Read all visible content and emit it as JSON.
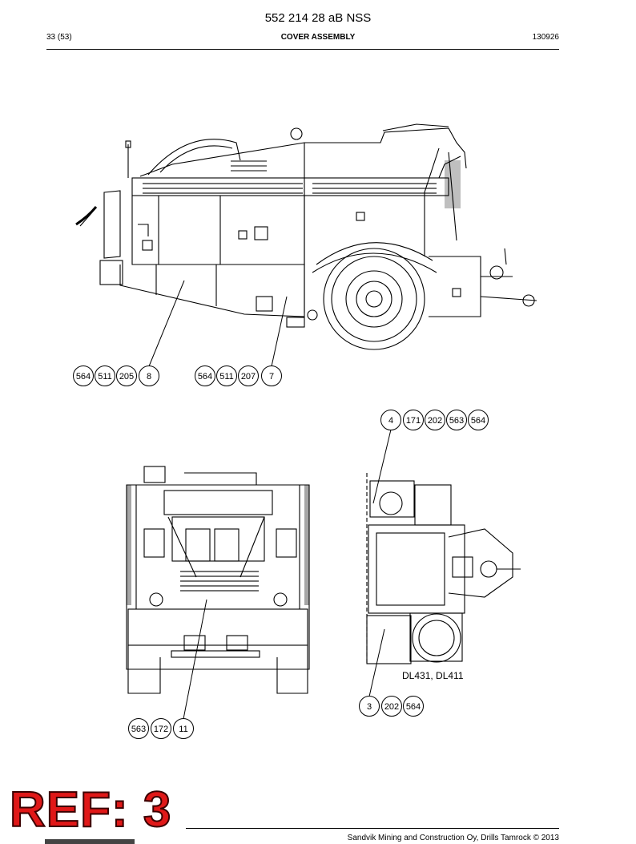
{
  "header": {
    "doc_number": "552 214 28 aB NSS",
    "page": "33 (53)",
    "section_title": "COVER ASSEMBLY",
    "date_code": "130926"
  },
  "views": [
    {
      "name": "side",
      "callouts": [
        [
          "564",
          "511",
          "205",
          "8"
        ],
        [
          "564",
          "511",
          "207",
          "7"
        ]
      ]
    },
    {
      "name": "rear",
      "callouts": [
        [
          "563",
          "172",
          "11"
        ]
      ]
    },
    {
      "name": "top",
      "model_label": "DL431, DL411",
      "callouts": [
        [
          "4",
          "171",
          "202",
          "563",
          "564"
        ],
        [
          "3",
          "202",
          "564"
        ]
      ]
    }
  ],
  "reference_stamp": "REF: 3",
  "footer": "Sandvik Mining and Construction Oy, Drills Tamrock © 2013"
}
